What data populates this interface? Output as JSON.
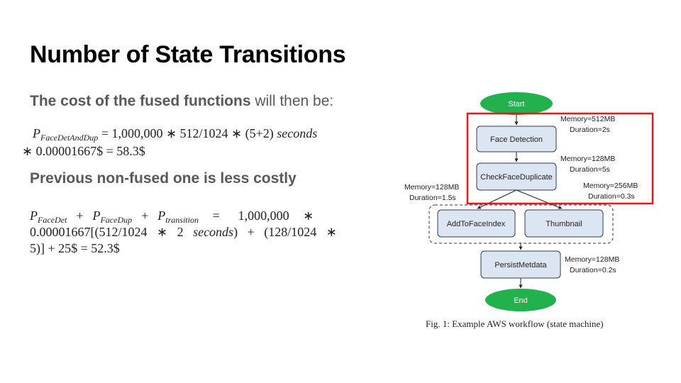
{
  "slide": {
    "title": "Number of State Transitions",
    "subtitle1_bold": "The cost of the fused functions",
    "subtitle1_rest": " will then be:",
    "subtitle2": "Previous non-fused one is less costly"
  },
  "equations": {
    "eq1_symbol": "P",
    "eq1_sub": "FaceDetAndDup",
    "eq1_rest": " = 1,000,000  ∗  512/1024  ∗  (5+2) ",
    "eq1_unit": "seconds",
    "eq1_line2": "∗  0.00001667$ = 58.3$",
    "eq2_p1": "P",
    "eq2_sub1": "FaceDet",
    "eq2_plus1": "  +  ",
    "eq2_p2": "P",
    "eq2_sub2": "FaceDup",
    "eq2_plus2": "  +  ",
    "eq2_p3": "P",
    "eq2_sub3": "transition",
    "eq2_rest1": "   =    1,000,000   ∗",
    "eq2_line2a": "0.00001667[(512/1024   ∗   2   ",
    "eq2_line2_unit": "seconds",
    "eq2_line2b": ")   +   (128/1024   ∗",
    "eq2_line3": "5)] + 25$ = 52.3$"
  },
  "workflow": {
    "start": "Start",
    "face_detection": "Face Detection",
    "check_face_duplicate": "CheckFaceDuplicate",
    "add_to_face_index": "AddToFaceIndex",
    "thumbnail": "Thumbnail",
    "persist": "PersistMetdata",
    "end": "End",
    "anno_fd_mem": "Memory=512MB",
    "anno_fd_dur": "Duration=2s",
    "anno_cfd_mem": "Memory=128MB",
    "anno_cfd_dur": "Duration=5s",
    "anno_thumb_mem": "Memory=256MB",
    "anno_thumb_dur": "Duration=0.3s",
    "anno_add_mem": "Memory=128MB",
    "anno_add_dur": "Duration=1.5s",
    "anno_persist_mem": "Memory=128MB",
    "anno_persist_dur": "Duration=0.2s",
    "caption": "Fig. 1: Example AWS workflow (state machine)",
    "colors": {
      "terminal_fill": "#22b14c",
      "node_fill": "#dce6f2",
      "node_stroke": "#2f3b4c",
      "highlight": "#e11b1b"
    }
  }
}
